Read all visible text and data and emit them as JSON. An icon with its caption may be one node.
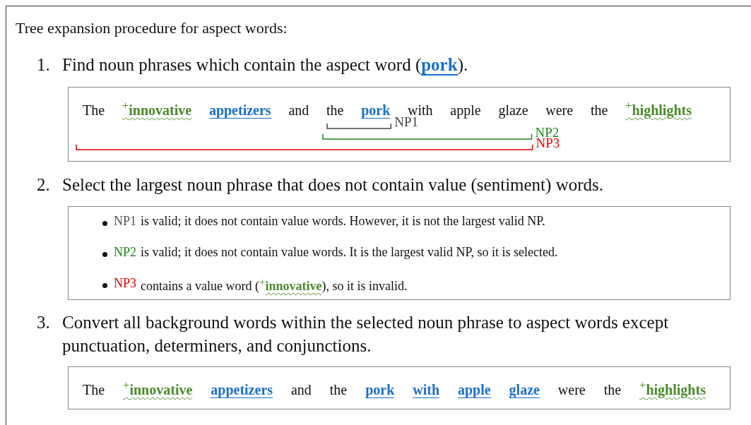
{
  "diagram": {
    "nodes": [
      {
        "text": [
          "Tree expansion procedure for aspect words:",
          "1.",
          "Find noun phrases which contain the aspect word (**pork**).",
          "2.",
          "Select the largest noun phrase that does not contain value (sentiment) words.",
          "3.",
          "Convert all background words within the selected noun phrase to aspect words except punctuation, determiners, and conjunctions."
        ]
      },
      {
        "text": [
          "The",
          "$^{+}$innovative",
          "appetizers",
          "and",
          "the",
          "pork",
          "with",
          "apple",
          "glaze",
          "were",
          "the",
          "$^{+}$highlights",
          "NP1",
          "NP2",
          "NP3"
        ],
        "in": 0
      },
      {
        "text": [
          "NP1",
          "is valid; it does not contain value words. However, it is not the largest valid NP.",
          "NP2",
          "is valid; it does not contain value words. It is the largest valid NP, so it is selected.",
          "NP3",
          "contains a value word ($^{+}$**innovative**), so it is invalid."
        ],
        "in": 0
      },
      {
        "text": [
          "The",
          "$^{+}$innovative",
          "appetizers",
          "and",
          "the",
          "pork",
          "with",
          "apple",
          "glaze",
          "were",
          "the",
          "$^{+}$highlights"
        ],
        "in": 0
      }
    ]
  }
}
